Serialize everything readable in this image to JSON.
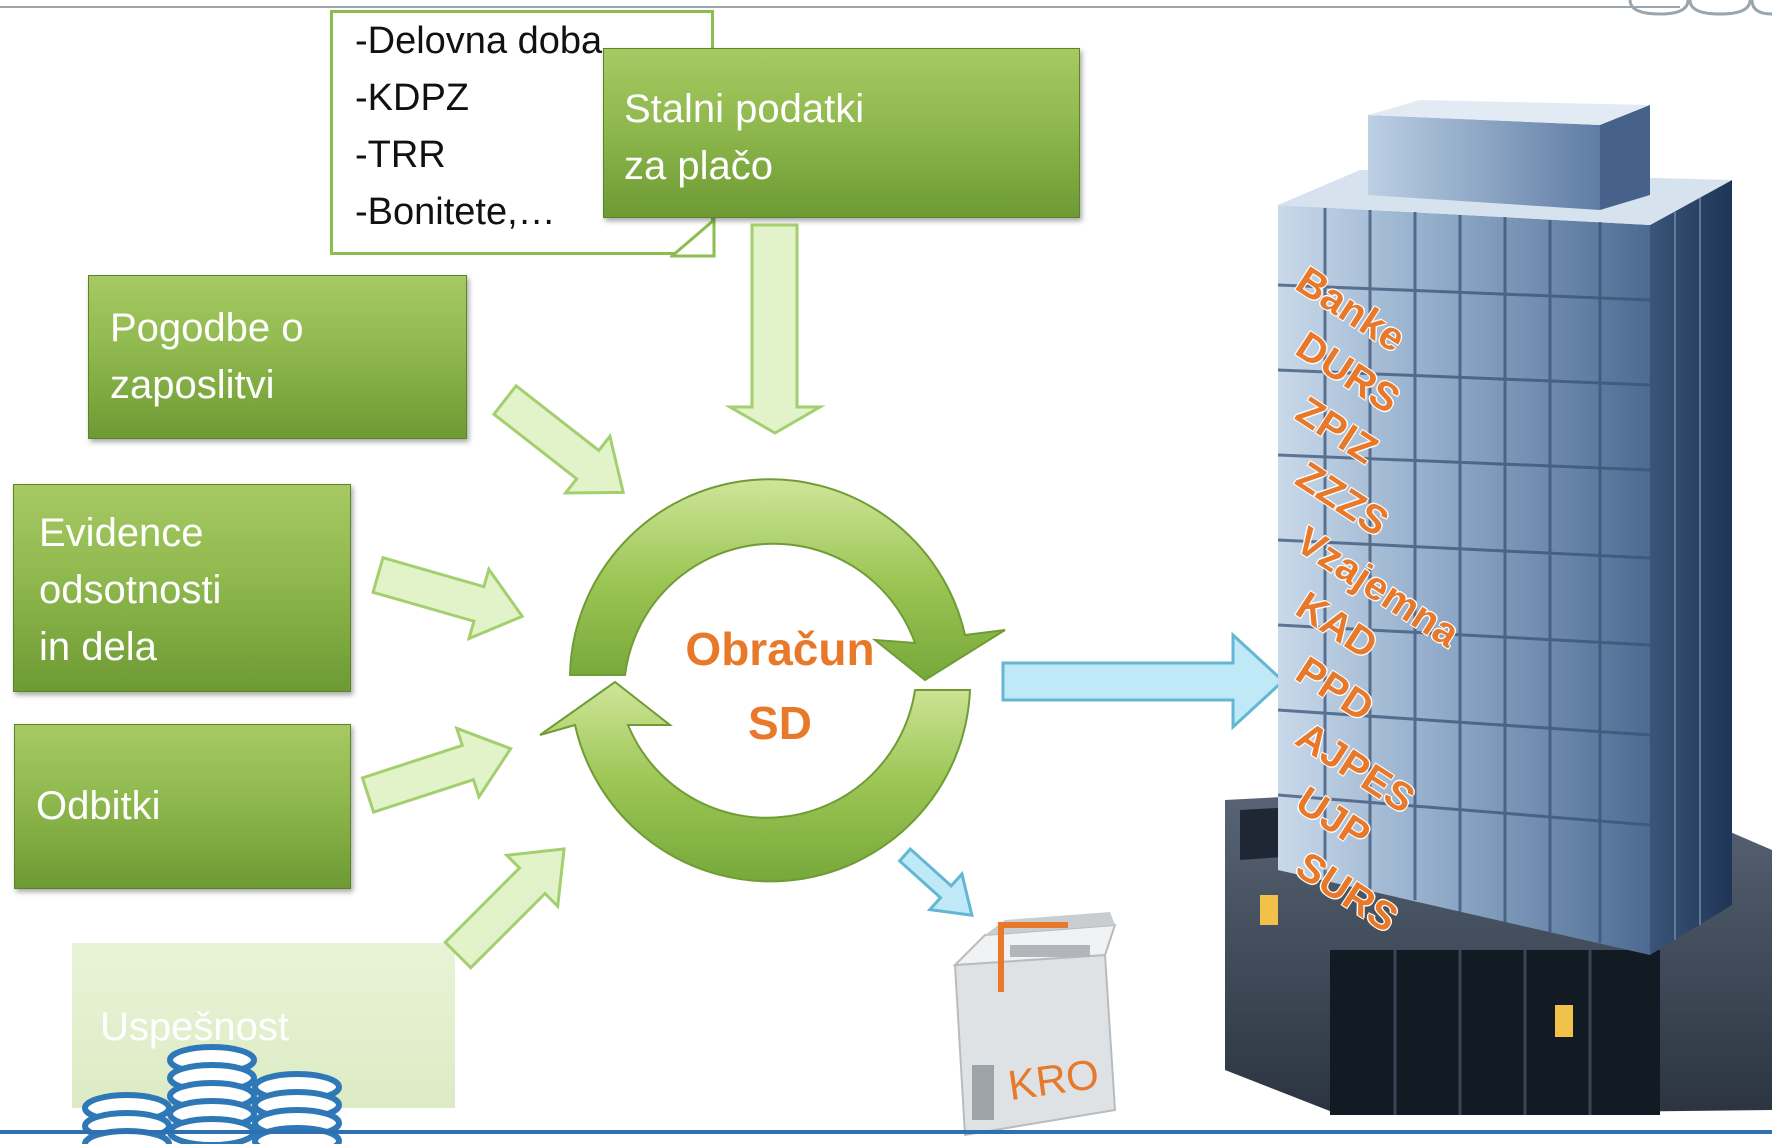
{
  "note_items": [
    "-Delovna doba",
    "-KDPZ",
    "-TRR",
    "-Bonitete,…"
  ],
  "boxes": {
    "stalni": [
      "Stalni podatki",
      "za plačo"
    ],
    "pogodbe": [
      "Pogodbe o",
      "zaposlitvi"
    ],
    "evidence": [
      "Evidence",
      "odsotnosti",
      "in dela"
    ],
    "odbitki": "Odbitki",
    "uspesnost": "Uspešnost"
  },
  "center": [
    "Obračun",
    "SD"
  ],
  "agencies": [
    "Banke",
    "DURS",
    "ZPIZ",
    "ZZZS",
    "Vzajemna",
    "KAD",
    "PPD",
    "AJPES",
    "UJP",
    "SURS"
  ],
  "kro_label": "KRO",
  "colors": {
    "box_green": "#8fb94e",
    "label_orange": "#e8792b",
    "arrow_blue": "#bfe9f6",
    "arrow_green": "#e3f3c9"
  }
}
